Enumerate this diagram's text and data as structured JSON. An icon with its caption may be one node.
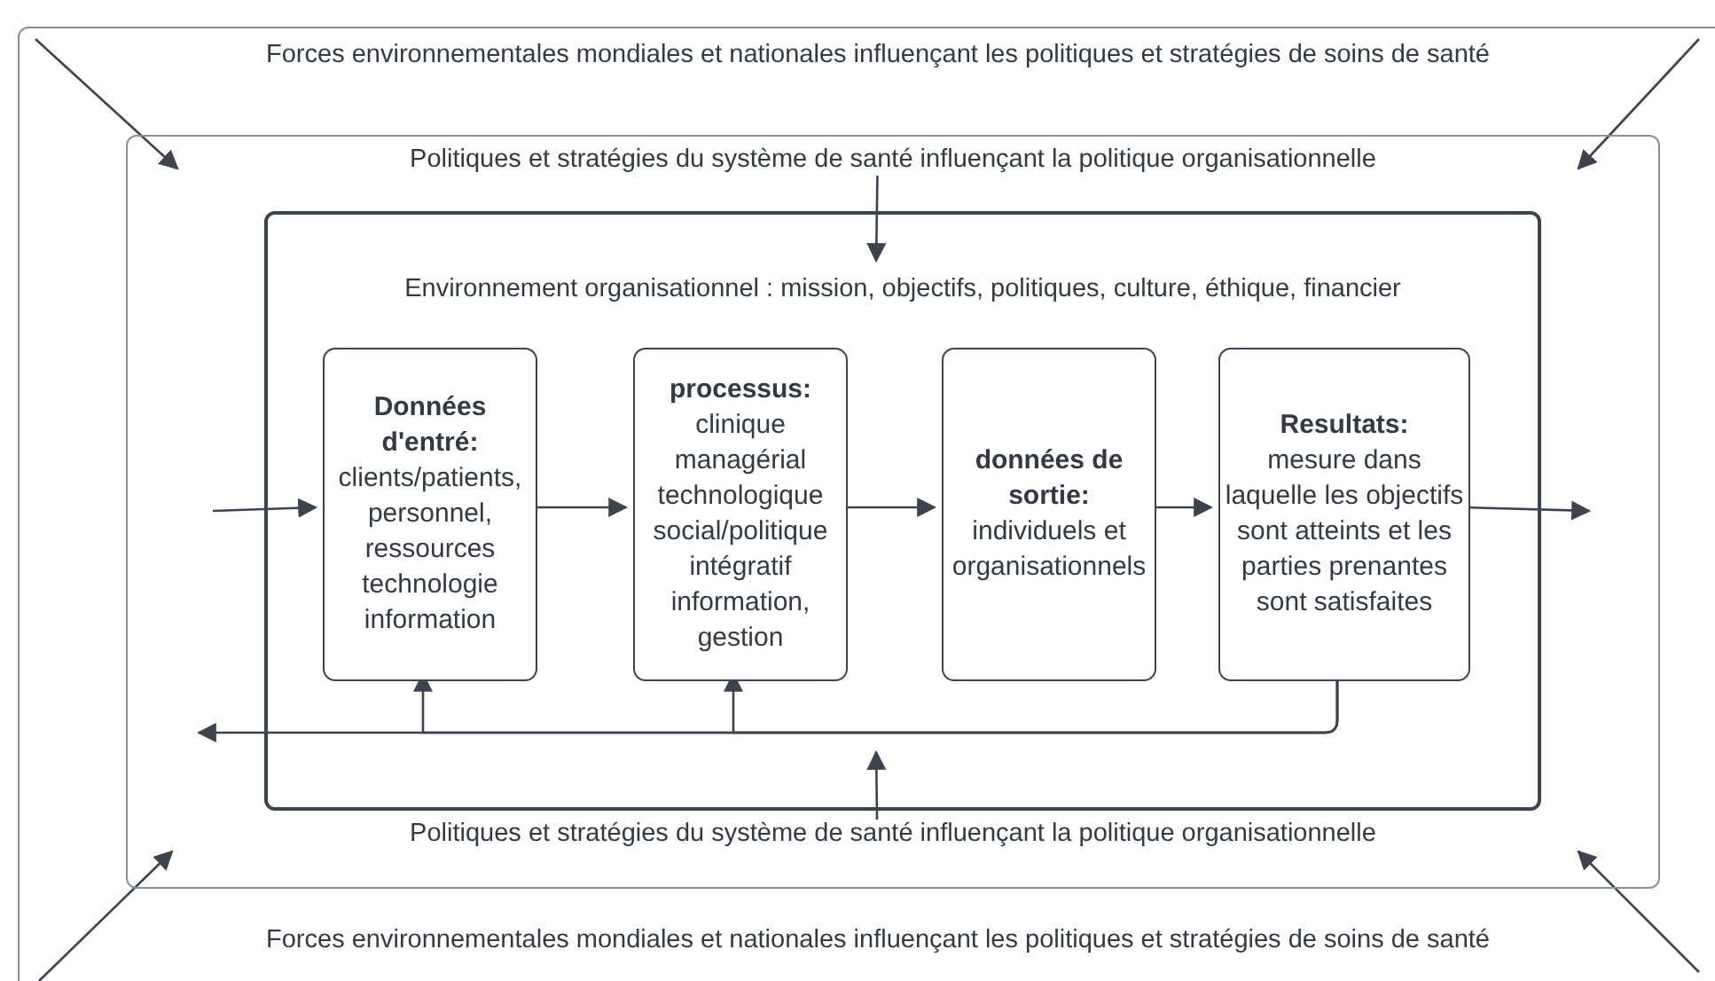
{
  "diagram": {
    "nodes": [
      {
        "text": [
          "Forces environnementales mondiales et nationales influençant les politiques et stratégies de soins de santé",
          "Forces environnementales mondiales et nationales influençant les politiques et stratégies de soins de santé"
        ]
      },
      {
        "text": [
          "Politiques et stratégies du système de santé influençant la politique organisationnelle",
          "Politiques et stratégies du système de santé influençant la politique organisationnelle"
        ],
        "in": 0
      },
      {
        "text": [
          "Environnement organisationnel : mission, objectifs, politiques, culture, éthique, financier"
        ],
        "in": 1
      },
      {
        "text": [
          "Données d'entré:",
          "clients/patients, personnel, ressources technologie information"
        ],
        "in": 2
      },
      {
        "text": [
          "processus:",
          "clinique managérial technologique social/politique intégratif information, gestion"
        ],
        "in": 2
      },
      {
        "text": [
          "données de sortie:",
          "individuels et organisationnels"
        ],
        "in": 2
      },
      {
        "text": [
          "Resultats:",
          "mesure dans laquelle les objectifs sont atteints et les parties prenantes sont satisfaites"
        ],
        "in": 2
      }
    ],
    "edges": [
      {
        "from": null,
        "to": 1,
        "arrow": "to"
      },
      {
        "from": null,
        "to": 1,
        "arrow": "to"
      },
      {
        "from": null,
        "to": 1,
        "arrow": "to"
      },
      {
        "from": null,
        "to": 1,
        "arrow": "to"
      },
      {
        "from": 1,
        "to": 2,
        "arrow": "to"
      },
      {
        "from": 1,
        "to": 2,
        "arrow": "to"
      },
      {
        "from": null,
        "to": 3,
        "arrow": "to"
      },
      {
        "from": 3,
        "to": 4,
        "arrow": "to"
      },
      {
        "from": 4,
        "to": 5,
        "arrow": "to"
      },
      {
        "from": 5,
        "to": 6,
        "arrow": "to"
      },
      {
        "from": 6,
        "to": null,
        "arrow": "to"
      },
      {
        "from": 6,
        "to": null,
        "arrow": "to"
      },
      {
        "from": 6,
        "to": 3,
        "arrow": "to"
      },
      {
        "from": 6,
        "to": 4,
        "arrow": "to"
      }
    ]
  }
}
